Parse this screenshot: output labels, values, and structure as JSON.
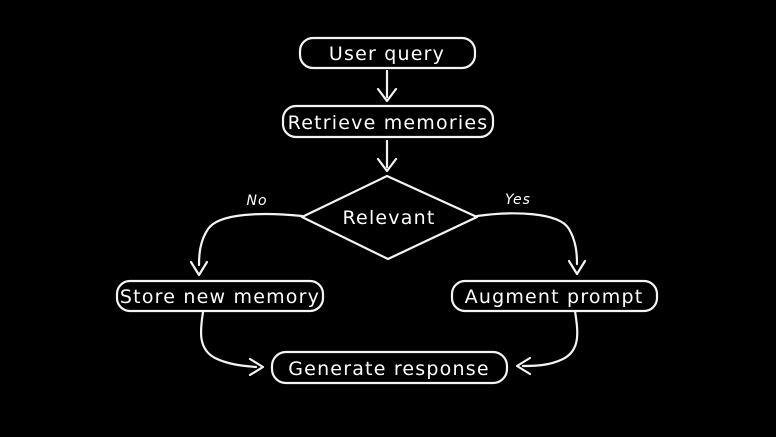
{
  "canvas": {
    "background_color": "#000000",
    "stroke_color": "#f4f4f4",
    "text_color": "#ffffff",
    "style": "hand-drawn flowchart"
  },
  "nodes": [
    {
      "id": "user-query",
      "label": "User query",
      "shape": "rounded-rect"
    },
    {
      "id": "retrieve-memories",
      "label": "Retrieve memories",
      "shape": "rounded-rect"
    },
    {
      "id": "relevant",
      "label": "Relevant",
      "shape": "diamond"
    },
    {
      "id": "store-new-memory",
      "label": "Store new memory",
      "shape": "rounded-rect"
    },
    {
      "id": "augment-prompt",
      "label": "Augment prompt",
      "shape": "rounded-rect"
    },
    {
      "id": "generate-response",
      "label": "Generate response",
      "shape": "rounded-rect"
    }
  ],
  "edges": [
    {
      "from": "user-query",
      "to": "retrieve-memories",
      "label": ""
    },
    {
      "from": "retrieve-memories",
      "to": "relevant",
      "label": ""
    },
    {
      "from": "relevant",
      "to": "store-new-memory",
      "label": "No"
    },
    {
      "from": "relevant",
      "to": "augment-prompt",
      "label": "Yes"
    },
    {
      "from": "store-new-memory",
      "to": "generate-response",
      "label": ""
    },
    {
      "from": "augment-prompt",
      "to": "generate-response",
      "label": ""
    }
  ]
}
